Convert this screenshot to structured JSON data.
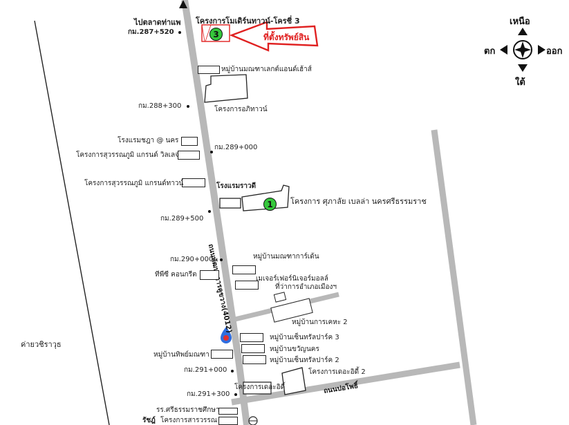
{
  "title": "โครงการโมเดิร์นทาวน์-โครชี่ 3",
  "arrow_label": "ที่ตั้งทรัพย์สิน",
  "to_market": "ไปตลาดท่าแพ",
  "compass": {
    "north": "เหนือ",
    "south": "ใต้",
    "east": "ออก",
    "west": "ตก"
  },
  "road_main": "ถนนพัฒนาการคูขวาง(4012)",
  "road_side": "ถนนปอโพธิ์",
  "camp": "ค่ายวชิราวุธ",
  "markers": {
    "m1": "1",
    "m3": "3"
  },
  "km": {
    "k287_520": "กม.287+520",
    "k288_300": "กม.288+300",
    "k289_000": "กม.289+000",
    "k289_500": "กม.289+500",
    "k290_000": "กม.290+000",
    "k291_000": "กม.291+000",
    "k291_300": "กม.291+300"
  },
  "places": {
    "manthana_lake": "หมู่บ้านมณฑาเลกต์แอนด์เฮ้าส์",
    "apithawan": "โครงการอภิทาวน์",
    "hotel_nakhon": "โรงแรมชฎา @ นคร",
    "suwannaphum_village": "โครงการสุวรรณภูมิ แกรนด์ วิลเลจ",
    "suwannaphum_town": "โครงการสุวรรณภูมิ แกรนด์ทาวน์",
    "hotel_rawadee": "โรงแรมราวดี",
    "supalai": "โครงการ ศุภาลัย เบลล่า นครศรีธรรมราช",
    "manthana_garden": "หมู่บ้านมณฑาการ์เด้น",
    "tps_concrete": "ทีพีซี คอนกรีต",
    "mega_furniture": "เมเจอร์เฟอร์นิเจอร์มอลล์",
    "district_office": "ที่ว่าการอำเภอเมืองฯ",
    "karnkheha": "หมู่บ้านการเคหะ 2",
    "central_park3": "หมู่บ้านเซ็นทรัลปาร์ค 3",
    "kwannakorn": "หมู่บ้านขวัญนคร",
    "central_park2": "หมู่บ้านเซ็นทรัลปาร์ค 2",
    "tipmanthana": "หมู่บ้านทิพย์มณฑา",
    "cozy2": "โครงการเดอะอิดี้ 2",
    "cozy": "โครงการเดอะอิดี้",
    "school": "รร.ศรีธรรมราชศึกษา",
    "bottom_cut": "โครงการสารวรรณ",
    "bottom_cut2": "รัชฎ์"
  },
  "colors": {
    "road": "#b8b8b8",
    "arrow": "#e02020",
    "marker": "#35c73b"
  }
}
